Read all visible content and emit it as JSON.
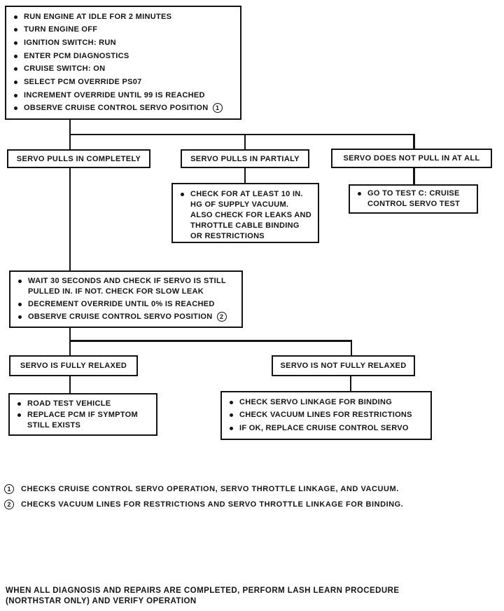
{
  "colors": {
    "ink": "#141414",
    "paper": "#ffffff"
  },
  "diagram": {
    "start_box": {
      "items": [
        "RUN ENGINE AT IDLE FOR 2 MINUTES",
        "TURN ENGINE OFF",
        "IGNITION SWITCH: RUN",
        "ENTER PCM DIAGNOSTICS",
        "CRUISE SWITCH: ON",
        "SELECT PCM OVERRIDE PS07",
        "INCREMENT OVERRIDE UNTIL 99 IS REACHED",
        "OBSERVE CRUISE CONTROL SERVO POSITION"
      ],
      "footnote_marker": "1"
    },
    "branches": {
      "complete_label": "SERVO PULLS IN COMPLETELY",
      "partial_label": "SERVO PULLS IN PARTIALY",
      "none_label": "SERVO DOES NOT PULL IN AT ALL"
    },
    "partial_action": {
      "items": [
        "CHECK FOR AT LEAST 10 IN. HG OF SUPPLY VACUUM. ALSO CHECK FOR LEAKS AND THROTTLE CABLE BINDING OR RESTRICTIONS"
      ]
    },
    "none_action": {
      "items": [
        "GO TO TEST C: CRUISE CONTROL SERVO TEST"
      ]
    },
    "wait_box": {
      "items": [
        "WAIT 30 SECONDS AND CHECK IF SERVO IS STILL PULLED IN. IF NOT. CHECK FOR SLOW LEAK",
        "DECREMENT OVERRIDE UNTIL 0% IS REACHED",
        "OBSERVE CRUISE CONTROL SERVO POSITION"
      ],
      "footnote_marker": "2"
    },
    "relaxed_labels": {
      "relaxed": "SERVO IS FULLY RELAXED",
      "not_relaxed": "SERVO IS NOT FULLY RELAXED"
    },
    "relaxed_action": {
      "items": [
        "ROAD TEST VEHICLE",
        "REPLACE PCM IF SYMPTOM STILL EXISTS"
      ]
    },
    "not_relaxed_action": {
      "items": [
        "CHECK SERVO LINKAGE FOR BINDING",
        "CHECK VACUUM LINES FOR RESTRICTIONS",
        "IF OK, REPLACE CRUISE CONTROL SERVO"
      ]
    }
  },
  "footnotes": [
    {
      "marker": "1",
      "text": "CHECKS CRUISE CONTROL SERVO OPERATION, SERVO THROTTLE LINKAGE, AND VACUUM."
    },
    {
      "marker": "2",
      "text": "CHECKS VACUUM LINES FOR RESTRICTIONS AND SERVO THROTTLE LINKAGE FOR BINDING."
    }
  ],
  "bottom_note": {
    "line1": "WHEN ALL DIAGNOSIS AND REPAIRS ARE COMPLETED, PERFORM LASH LEARN PROCEDURE",
    "line2": "(NORTHSTAR ONLY) AND VERIFY OPERATION"
  }
}
